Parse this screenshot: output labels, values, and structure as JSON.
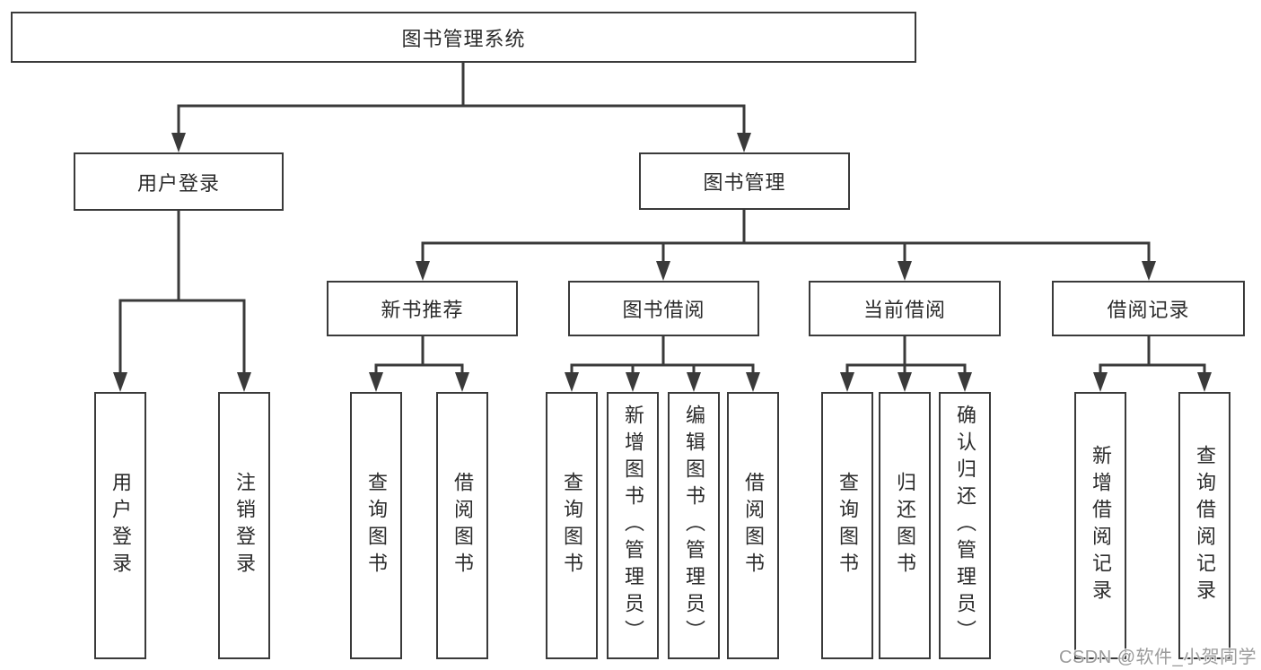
{
  "tree": {
    "label": "图书管理系统",
    "children": [
      {
        "label": "用户登录",
        "children": [
          {
            "label": "用户登录"
          },
          {
            "label": "注销登录"
          }
        ]
      },
      {
        "label": "图书管理",
        "children": [
          {
            "label": "新书推荐",
            "children": [
              {
                "label": "查询图书"
              },
              {
                "label": "借阅图书"
              }
            ]
          },
          {
            "label": "图书借阅",
            "children": [
              {
                "label": "查询图书"
              },
              {
                "label": "新增图书（管理员）"
              },
              {
                "label": "编辑图书（管理员）"
              },
              {
                "label": "借阅图书"
              }
            ]
          },
          {
            "label": "当前借阅",
            "children": [
              {
                "label": "查询图书"
              },
              {
                "label": "归还图书"
              },
              {
                "label": "确认归还（管理员）"
              }
            ]
          },
          {
            "label": "借阅记录",
            "children": [
              {
                "label": "新增借阅记录"
              },
              {
                "label": "查询借阅记录"
              }
            ]
          }
        ]
      }
    ]
  },
  "watermark": {
    "text": "CSDN @软件_小贺同学"
  },
  "colors": {
    "line": "#3a3a3a",
    "box_border": "#3a3a3a",
    "box_fill": "#ffffff",
    "text": "#2b2b2b",
    "watermark": "#9b9b9b",
    "background": "#ffffff"
  }
}
